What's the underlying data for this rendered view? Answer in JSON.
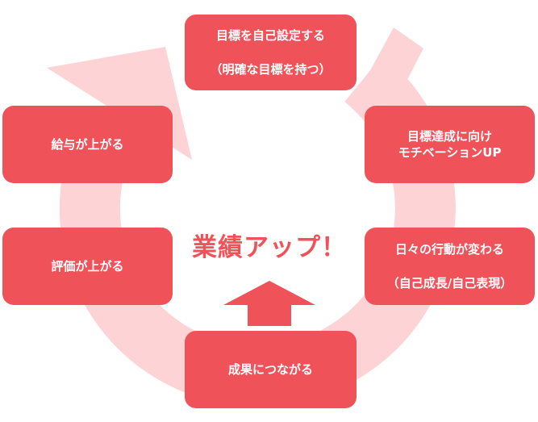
{
  "center_label": "業績アップ！",
  "colors": {
    "box": "#f0525a",
    "cycle_arrow": "#fdd3d5",
    "center_text": "#f0525a",
    "up_arrow": "#f0525a"
  },
  "steps": [
    {
      "line1": "目標を自己設定する",
      "line2": "（明確な目標を持つ）"
    },
    {
      "line1": "目標達成に向け",
      "line2": "モチベーションUP"
    },
    {
      "line1": "日々の行動が変わる",
      "line2": "（自己成長/自己表現）"
    },
    {
      "line1": "成果につながる"
    },
    {
      "line1": "評価が上がる"
    },
    {
      "line1": "給与が上がる"
    }
  ]
}
